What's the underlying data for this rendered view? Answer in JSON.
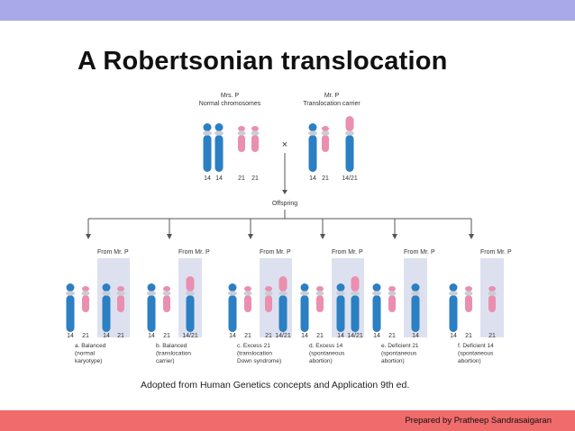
{
  "slide": {
    "title": "A Robertsonian translocation",
    "credit": "Adopted from Human Genetics concepts and Application 9th ed.",
    "prepared_by": "Prepared by Pratheep Sandrasaigaran",
    "colors": {
      "top_bar": "#a9a9e9",
      "bottom_bar": "#f06b6b",
      "chr14": "#2b7fc3",
      "chr21": "#ea8fb0",
      "panel": "#dde1ef"
    }
  },
  "parents": {
    "mother": {
      "name": "Mrs. P",
      "desc": "Normal chromosomes",
      "chromosomes": [
        "14",
        "14",
        "21",
        "21"
      ]
    },
    "father": {
      "name": "Mr. P",
      "desc": "Translocation carrier",
      "chromosomes": [
        "14",
        "21",
        "14/21"
      ]
    },
    "cross": "×",
    "offspring_label": "Offspring"
  },
  "offspring": [
    {
      "from_label": "From Mr. P",
      "chromosomes": [
        "14",
        "21",
        "14",
        "21"
      ],
      "caption": [
        "a. Balanced",
        "(normal",
        "karyotype)"
      ]
    },
    {
      "from_label": "From Mr. P",
      "chromosomes": [
        "14",
        "21",
        "14/21"
      ],
      "caption": [
        "b. Balanced",
        "(translocation",
        "carrier)"
      ]
    },
    {
      "from_label": "From Mr. P",
      "chromosomes": [
        "14",
        "21",
        "21",
        "14/21"
      ],
      "caption": [
        "c. Excess 21",
        "(translocation",
        "Down syndrome)"
      ]
    },
    {
      "from_label": "From Mr. P",
      "chromosomes": [
        "14",
        "21",
        "14",
        "14/21"
      ],
      "caption": [
        "d. Excess 14",
        "(spontaneous",
        "abortion)"
      ]
    },
    {
      "from_label": "From Mr. P",
      "chromosomes": [
        "14",
        "21",
        "14"
      ],
      "caption": [
        "e. Deficient 21",
        "(spontaneous",
        "abortion)"
      ]
    },
    {
      "from_label": "From Mr. P",
      "chromosomes": [
        "14",
        "21",
        "21"
      ],
      "caption": [
        "f. Deficient 14",
        "(spontaneous",
        "abortion)"
      ]
    }
  ]
}
